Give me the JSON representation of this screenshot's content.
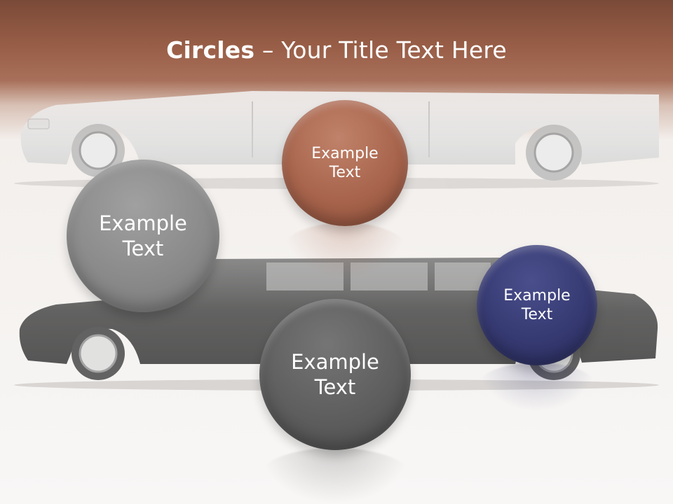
{
  "title": {
    "bold": "Circles",
    "rest": " – Your Title Text Here"
  },
  "circles": [
    {
      "line1": "Example",
      "line2": "Text",
      "color": "#a8644c"
    },
    {
      "line1": "Example",
      "line2": "Text",
      "color": "#8a8a8a"
    },
    {
      "line1": "Example",
      "line2": "Text",
      "color": "#363a72"
    },
    {
      "line1": "Example",
      "line2": "Text",
      "color": "#5e5e5e"
    }
  ],
  "colors": {
    "header": "#8b5440",
    "background": "#f8f7f6"
  }
}
